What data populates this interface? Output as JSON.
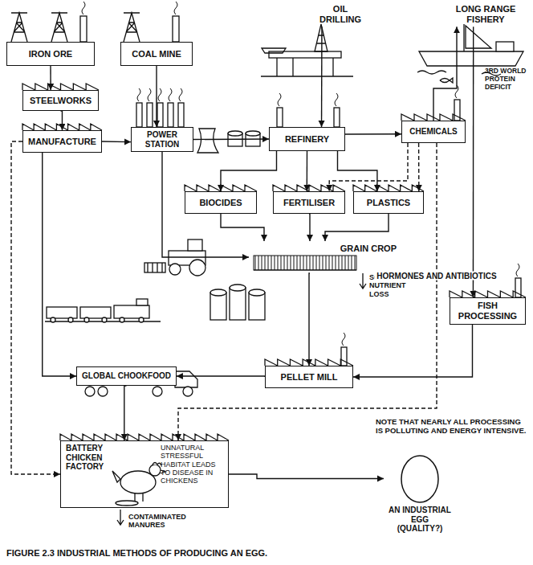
{
  "diagram": {
    "caption": "FIGURE 2.3 INDUSTRIAL METHODS OF PRODUCING AN EGG.",
    "nodes": [
      {
        "text": [
          "IRON ORE"
        ]
      },
      {
        "text": [
          "COAL MINE"
        ]
      },
      {
        "text": [
          "OIL DRILLING"
        ]
      },
      {
        "text": [
          "LONG RANGE FISHERY"
        ]
      },
      {
        "text": [
          "STEELWORKS"
        ]
      },
      {
        "text": [
          "MANUFACTURE"
        ]
      },
      {
        "text": [
          "POWER STATION"
        ]
      },
      {
        "text": [
          "REFINERY"
        ]
      },
      {
        "text": [
          "CHEMICALS"
        ]
      },
      {
        "text": [
          "BIOCIDES"
        ]
      },
      {
        "text": [
          "FERTILISER"
        ]
      },
      {
        "text": [
          "PLASTICS"
        ]
      },
      {
        "text": [
          "GRAIN CROP"
        ]
      },
      {
        "text": [
          "FISH PROCESSING"
        ]
      },
      {
        "text": [
          "GLOBAL CHOOKFOOD"
        ]
      },
      {
        "text": [
          "PELLET MILL"
        ]
      },
      {
        "text": [
          "BATTERY CHICKEN FACTORY",
          "UNNATURAL STRESSFUL HABITAT LEADS TO DISEASE IN CHICKENS"
        ]
      },
      {
        "text": [
          "AN INDUSTRIAL EGG (QUALITY?)"
        ]
      }
    ],
    "edges": [
      {
        "from": 0,
        "to": 4,
        "arrow": "to"
      },
      {
        "from": 4,
        "to": 5,
        "arrow": "to"
      },
      {
        "from": 1,
        "to": 6,
        "arrow": "to"
      },
      {
        "from": 5,
        "to": 6,
        "arrow": "to"
      },
      {
        "from": 6,
        "to": 7,
        "arrow": "to"
      },
      {
        "from": 2,
        "to": 7,
        "arrow": "to"
      },
      {
        "from": 7,
        "to": 8,
        "arrow": "to"
      },
      {
        "from": 8,
        "to": 3,
        "arrow": "to"
      },
      {
        "from": 7,
        "to": 9,
        "arrow": "to"
      },
      {
        "from": 7,
        "to": 10,
        "arrow": "to"
      },
      {
        "from": 7,
        "to": 11,
        "arrow": "to"
      },
      {
        "from": 8,
        "to": 10,
        "arrow": "to"
      },
      {
        "from": 8,
        "to": 11,
        "arrow": "to"
      },
      {
        "from": 9,
        "to": 12,
        "arrow": "to"
      },
      {
        "from": 10,
        "to": 12,
        "arrow": "to"
      },
      {
        "from": 11,
        "to": 12,
        "arrow": "to"
      },
      {
        "from": 6,
        "to": 12,
        "arrow": "to"
      },
      {
        "from": 12,
        "to": 15,
        "arrow": "to"
      },
      {
        "from": 3,
        "to": 13,
        "arrow": "to"
      },
      {
        "from": 13,
        "to": 15,
        "arrow": "to"
      },
      {
        "from": 15,
        "to": 14,
        "arrow": "to"
      },
      {
        "from": 14,
        "to": 16,
        "arrow": "to"
      },
      {
        "from": 5,
        "to": 14,
        "arrow": "to"
      },
      {
        "from": 5,
        "to": 16,
        "arrow": "to"
      },
      {
        "from": 8,
        "to": 16,
        "label": "HORMONES AND ANTIBIOTICS",
        "arrow": "to"
      },
      {
        "from": 16,
        "to": 17,
        "arrow": "to"
      }
    ],
    "labels": [
      "3RD WORLD PROTEIN DEFICIT",
      "SOIL NUTRIENT LOSS",
      "NOTE THAT NEARLY ALL PROCESSING IS POLLUTING AND ENERGY INTENSIVE.",
      "CONTAMINATED MANURES"
    ]
  }
}
